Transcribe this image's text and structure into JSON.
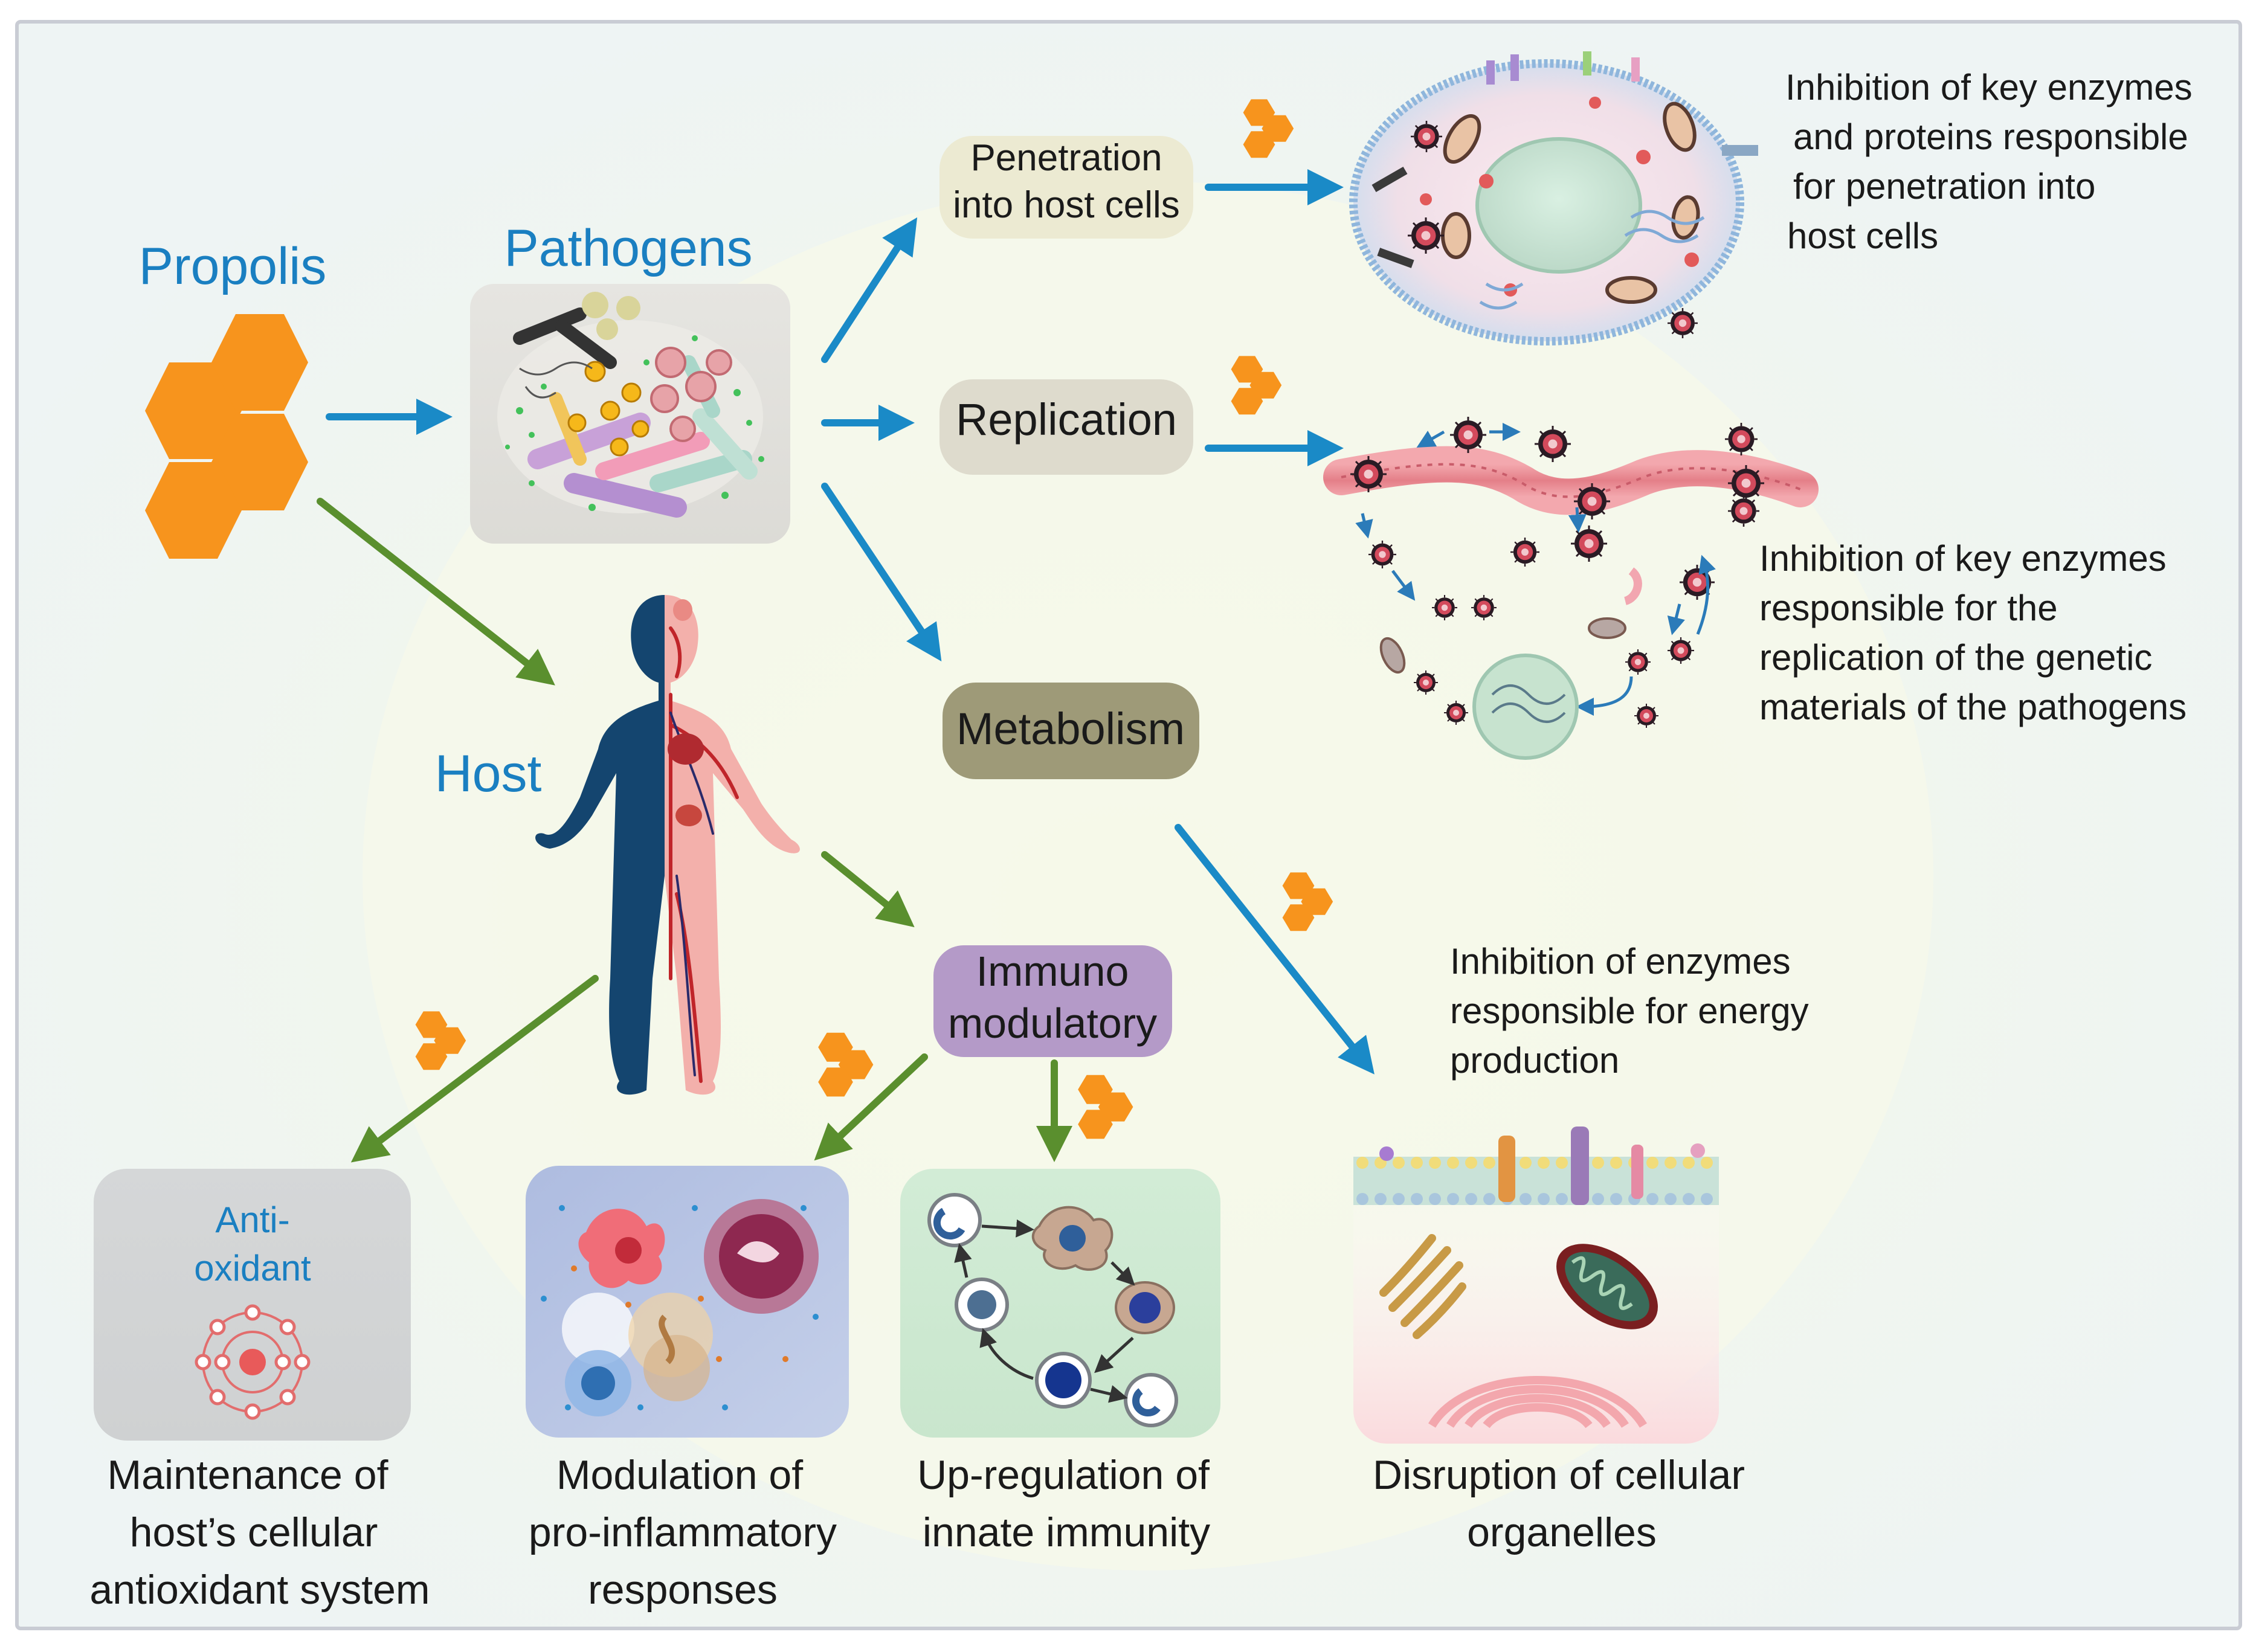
{
  "colors": {
    "blue": "#1a8ac7",
    "green": "#5a8f2e",
    "orange": "#f7941d",
    "title_blue": "#1a7fc1",
    "frame": "#c9ccd4",
    "background": "#f6f9ee"
  },
  "labels": {
    "propolis": "Propolis",
    "pathogens": "Pathogens",
    "host": "Host"
  },
  "pills": {
    "penetration": [
      "Penetration",
      "into host cells"
    ],
    "replication": "Replication",
    "metabolism": "Metabolism",
    "immuno": [
      "Immuno",
      "modulatory"
    ]
  },
  "descriptions": {
    "penetration": [
      "Inhibition of key enzymes",
      "and proteins responsible",
      "for penetration into",
      "host cells"
    ],
    "replication": [
      "Inhibition of key enzymes",
      "responsible for the",
      "replication of the genetic",
      "materials of the pathogens"
    ],
    "energy": [
      "Inhibition of enzymes",
      "responsible for energy",
      "production"
    ]
  },
  "boxes": {
    "antioxidant_label": [
      "Anti-",
      "oxidant"
    ]
  },
  "captions": {
    "antioxidant": [
      "Maintenance of",
      "host’s cellular",
      "antioxidant system"
    ],
    "inflammatory": [
      "Modulation of",
      "pro-inflammatory",
      "responses"
    ],
    "innate": [
      "Up-regulation of",
      "innate immunity"
    ],
    "organelles": [
      "Disruption of cellular",
      "organelles"
    ]
  }
}
